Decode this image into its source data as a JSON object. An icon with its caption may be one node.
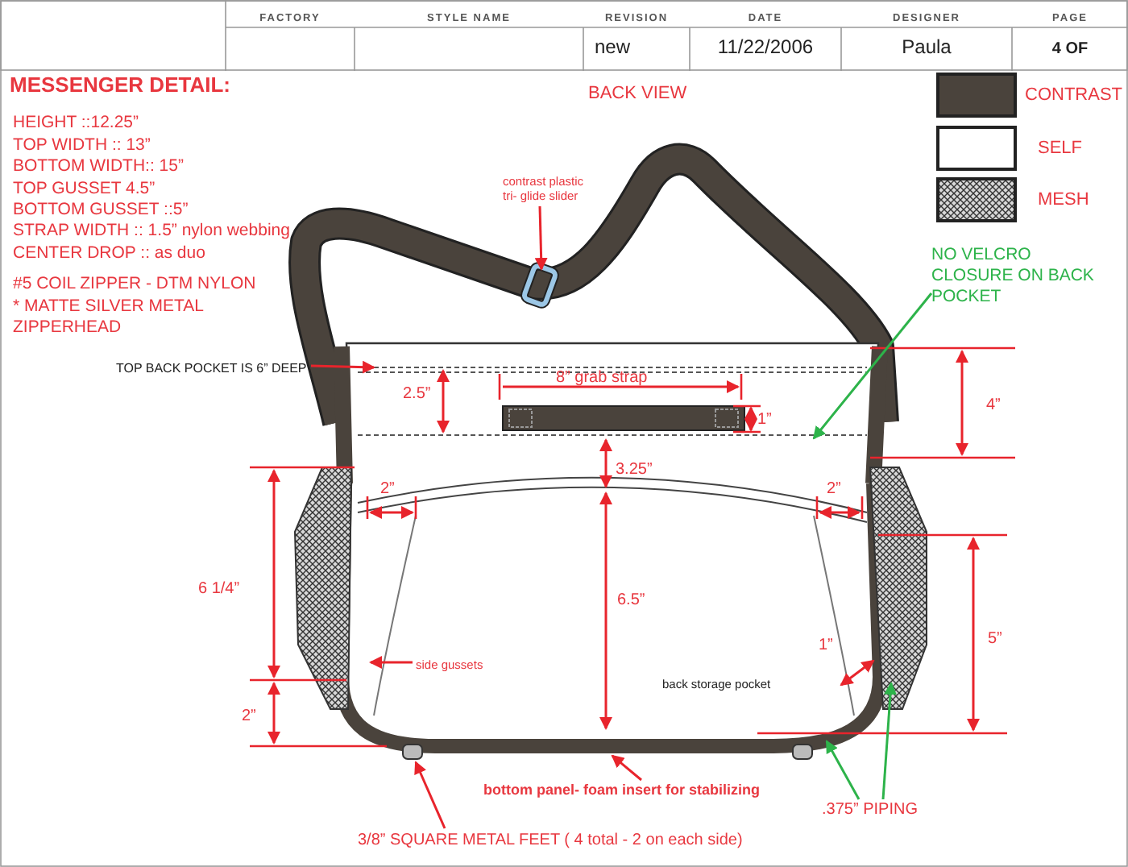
{
  "diagram": {
    "title": "MESSENGER DETAIL:",
    "nodes": [
      {
        "text": [
          "contrast plastic tri- glide slider"
        ]
      },
      {
        "text": [
          "NO VELCRO CLOSURE ON BACK POCKET"
        ]
      },
      {
        "text": [
          "TOP BACK POCKET IS 6” DEEP"
        ]
      },
      {
        "text": [
          "side gussets"
        ]
      },
      {
        "text": [
          "bottom panel- foam insert for stabilizing"
        ]
      },
      {
        "text": [
          "3/8” SQUARE METAL FEET ( 4 total - 2 on each side)"
        ]
      },
      {
        "text": [
          ".375” PIPING"
        ]
      }
    ],
    "edges": [
      {
        "from": 0,
        "to": null,
        "arrow": "to"
      },
      {
        "from": 1,
        "to": null,
        "arrow": "to",
        "color": "#2db34a"
      },
      {
        "from": 2,
        "to": null,
        "arrow": "to"
      },
      {
        "from": 3,
        "to": null,
        "arrow": "to"
      },
      {
        "from": 4,
        "to": null,
        "arrow": "to"
      },
      {
        "from": 5,
        "to": null,
        "arrow": "to"
      },
      {
        "from": 6,
        "to": null,
        "arrow": "to",
        "color": "#2db34a"
      },
      {
        "from": 6,
        "to": null,
        "arrow": "to",
        "color": "#2db34a"
      }
    ],
    "labels": [
      "FACTORY",
      "STYLE NAME",
      "REVISION",
      "DATE",
      "DESIGNER",
      "PAGE",
      "new",
      "11/22/2006",
      "Paula",
      "4 OF",
      "BACK VIEW",
      "HEIGHT ::12.25”",
      "TOP WIDTH :: 13”",
      "BOTTOM WIDTH:: 15”",
      "TOP GUSSET 4.5”",
      "BOTTOM GUSSET ::5”",
      "STRAP WIDTH :: 1.5” nylon webbing",
      "CENTER DROP :: as duo",
      "#5 COIL ZIPPER - DTM NYLON",
      "* MATTE SILVER METAL ZIPPERHEAD",
      "2.5”",
      "8” grab strap",
      "1”",
      "2”",
      "3.25”",
      "2”",
      "4”",
      "6 1/4”",
      "6.5”",
      "5”",
      "1”",
      "back storage pocket",
      "2”"
    ],
    "legend": [
      {
        "text": "CONTRAST",
        "color": "#4a433c"
      },
      {
        "text": "SELF",
        "color": "#ffffff"
      },
      {
        "text": "MESH"
      }
    ]
  }
}
